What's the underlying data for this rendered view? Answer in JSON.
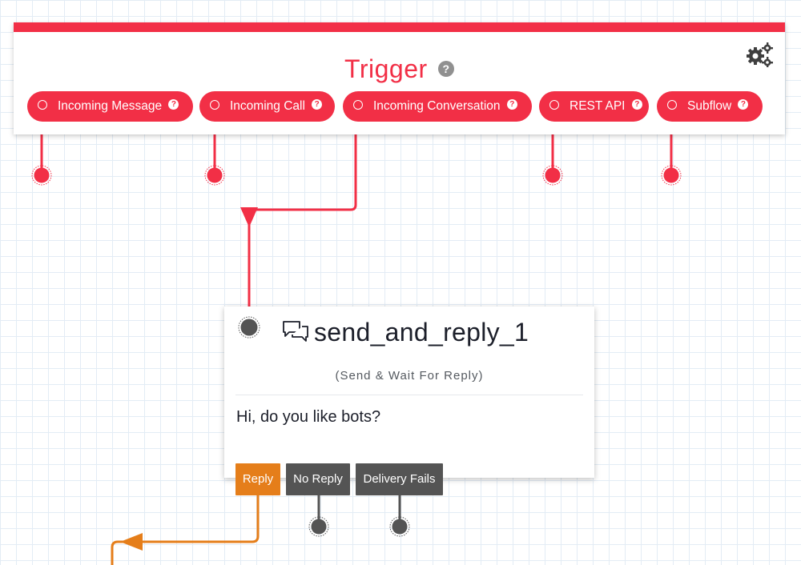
{
  "colors": {
    "trigger_red": "#f22f46",
    "reply_orange": "#e57e1a",
    "dark_gray": "#545454"
  },
  "trigger": {
    "title": "Trigger",
    "help_icon": "question-circle-icon",
    "settings_icon": "gears-icon",
    "pills": [
      {
        "label": "Incoming Message"
      },
      {
        "label": "Incoming Call"
      },
      {
        "label": "Incoming Conversation"
      },
      {
        "label": "REST API"
      },
      {
        "label": "Subflow"
      }
    ]
  },
  "node": {
    "icon": "chat-bubbles-icon",
    "name": "send_and_reply_1",
    "type_label": "(Send & Wait For Reply)",
    "body": "Hi, do you like bots?"
  },
  "transitions": [
    {
      "label": "Reply"
    },
    {
      "label": "No Reply"
    },
    {
      "label": "Delivery Fails"
    }
  ]
}
